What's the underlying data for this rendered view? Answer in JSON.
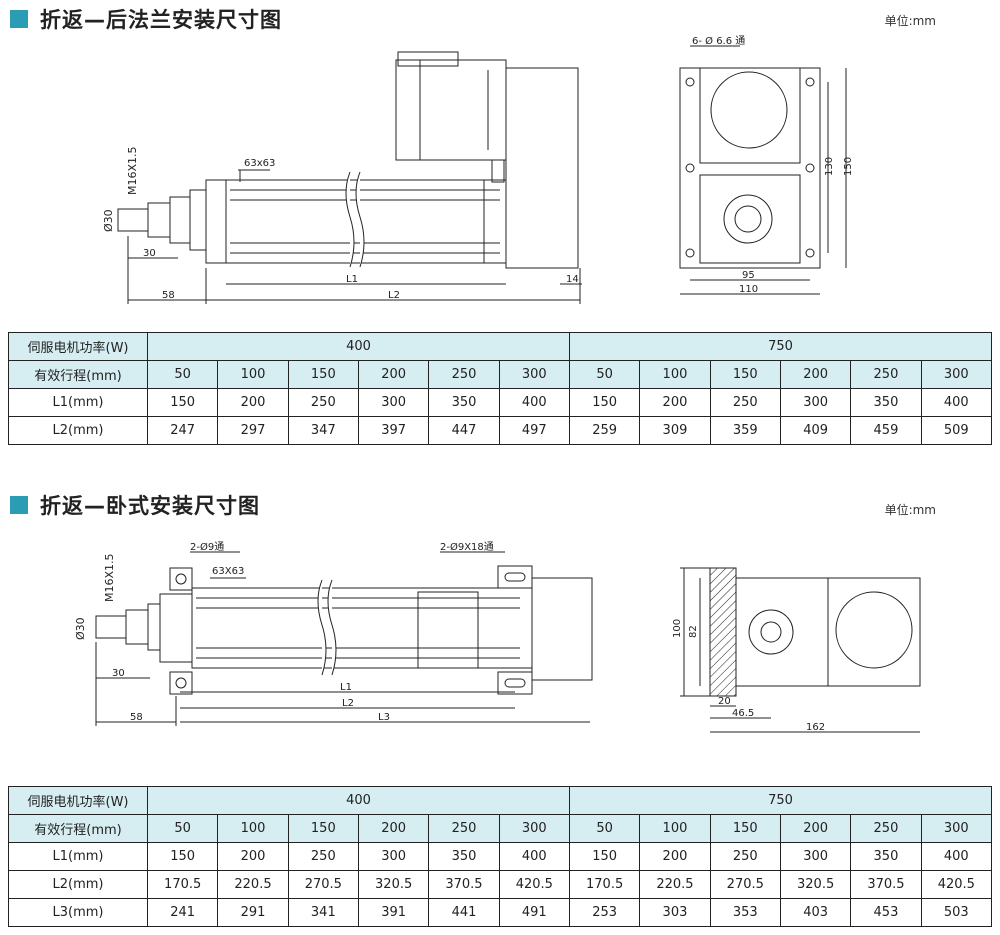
{
  "section1": {
    "title": "折返—后法兰安装尺寸图",
    "unit": "单位:mm",
    "side_labels": {
      "thread": "M16X1.5",
      "dia": "Ø30",
      "profile": "63x63",
      "d30": "30",
      "d58": "58",
      "l1": "L1",
      "l2": "L2",
      "d14": "14"
    },
    "end_labels": {
      "holes": "6- Ø 6.6 通",
      "h130": "130",
      "h150": "150",
      "w95": "95",
      "w110": "110"
    }
  },
  "table1": {
    "header_label": "伺服电机功率(W)",
    "groups": [
      "400",
      "750"
    ],
    "stroke_label": "有效行程(mm)",
    "strokes": [
      "50",
      "100",
      "150",
      "200",
      "250",
      "300",
      "50",
      "100",
      "150",
      "200",
      "250",
      "300"
    ],
    "rows": [
      {
        "label": "L1(mm)",
        "values": [
          "150",
          "200",
          "250",
          "300",
          "350",
          "400",
          "150",
          "200",
          "250",
          "300",
          "350",
          "400"
        ]
      },
      {
        "label": "L2(mm)",
        "values": [
          "247",
          "297",
          "347",
          "397",
          "447",
          "497",
          "259",
          "309",
          "359",
          "409",
          "459",
          "509"
        ]
      }
    ]
  },
  "section2": {
    "title": "折返—卧式安装尺寸图",
    "unit": "单位:mm",
    "side_labels": {
      "thread": "M16X1.5",
      "dia": "Ø30",
      "holes_a": "2-Ø9通",
      "holes_b": "2-Ø9X18通",
      "profile": "63X63",
      "d30": "30",
      "d58": "58",
      "l1": "L1",
      "l2": "L2",
      "l3": "L3"
    },
    "end_labels": {
      "h100": "100",
      "h82": "82",
      "w20": "20",
      "w46": "46.5",
      "w162": "162"
    }
  },
  "table2": {
    "header_label": "伺服电机功率(W)",
    "groups": [
      "400",
      "750"
    ],
    "stroke_label": "有效行程(mm)",
    "strokes": [
      "50",
      "100",
      "150",
      "200",
      "250",
      "300",
      "50",
      "100",
      "150",
      "200",
      "250",
      "300"
    ],
    "rows": [
      {
        "label": "L1(mm)",
        "values": [
          "150",
          "200",
          "250",
          "300",
          "350",
          "400",
          "150",
          "200",
          "250",
          "300",
          "350",
          "400"
        ]
      },
      {
        "label": "L2(mm)",
        "values": [
          "170.5",
          "220.5",
          "270.5",
          "320.5",
          "370.5",
          "420.5",
          "170.5",
          "220.5",
          "270.5",
          "320.5",
          "370.5",
          "420.5"
        ]
      },
      {
        "label": "L3(mm)",
        "values": [
          "241",
          "291",
          "341",
          "391",
          "441",
          "491",
          "253",
          "303",
          "353",
          "403",
          "453",
          "503"
        ]
      }
    ]
  },
  "colors": {
    "accent": "#2a9db5",
    "table_header": "#d6eef2"
  }
}
